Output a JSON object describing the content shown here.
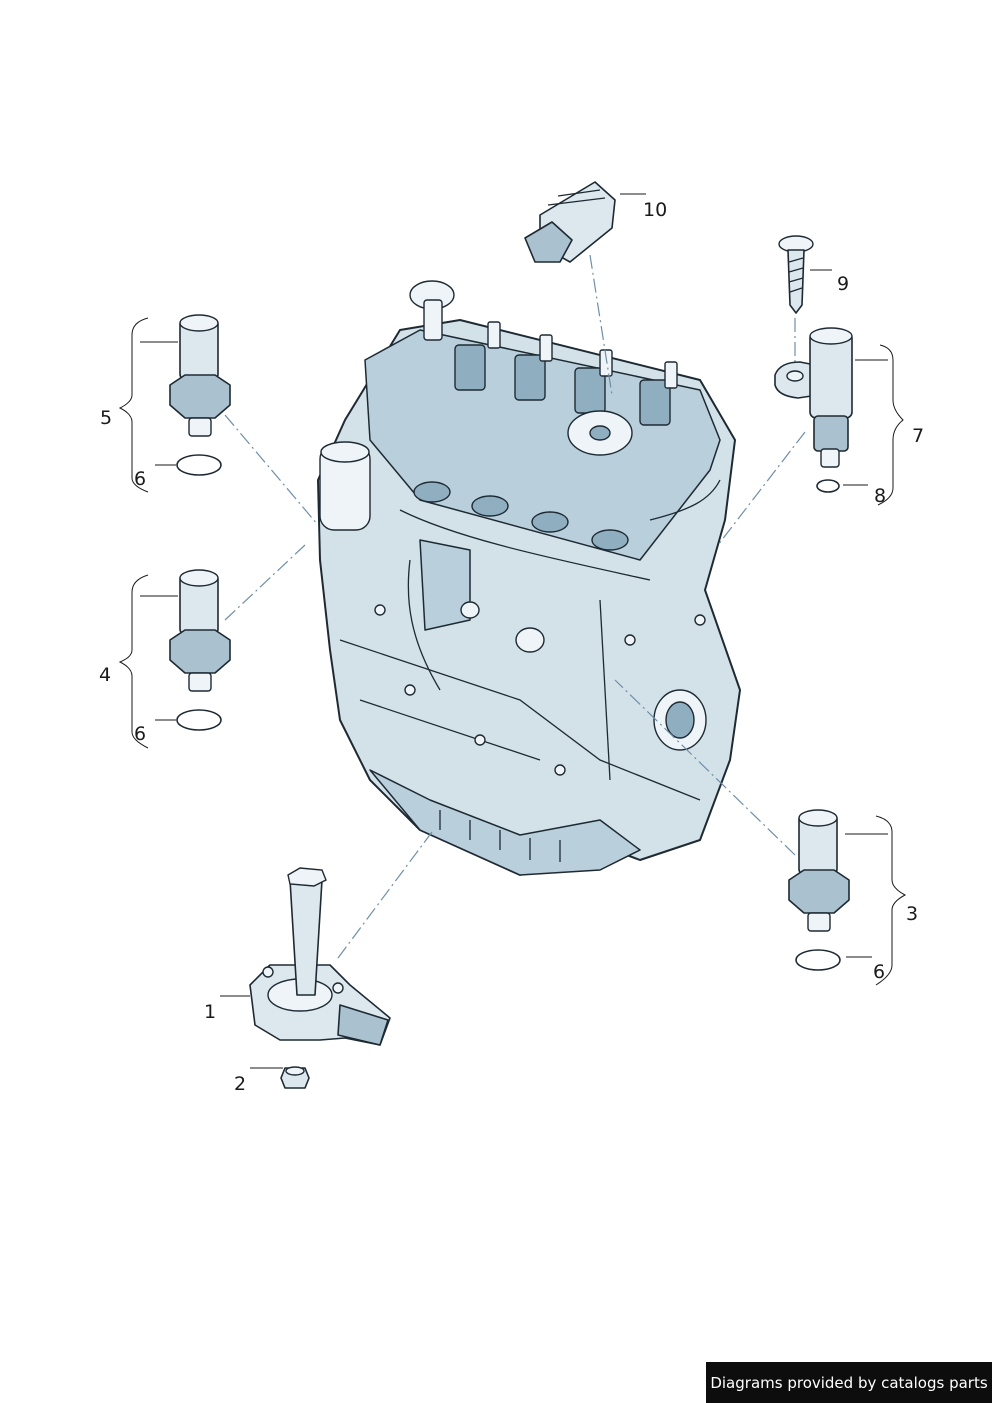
{
  "callouts": {
    "c1": "1",
    "c2": "2",
    "c3": "3",
    "c4": "4",
    "c5": "5",
    "c6a": "6",
    "c6b": "6",
    "c6c": "6",
    "c7": "7",
    "c8": "8",
    "c9": "9",
    "c10": "10"
  },
  "footer": {
    "credit": "Diagrams provided by catalogs parts"
  }
}
